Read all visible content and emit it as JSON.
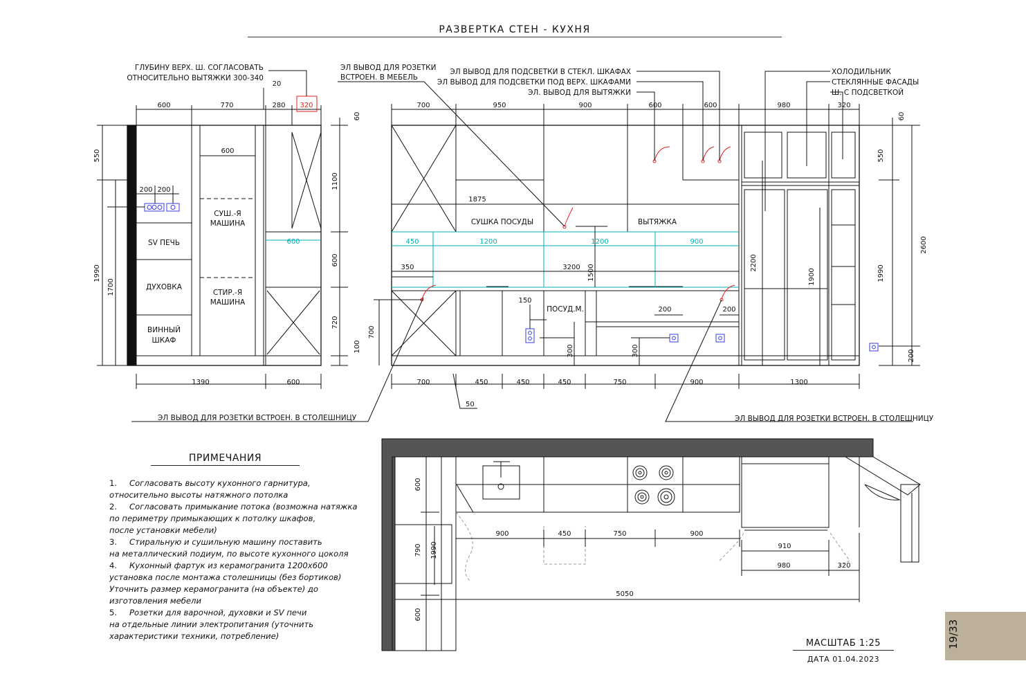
{
  "title": "РАЗВЕРТКА СТЕН - КУХНЯ",
  "scale": "МАСШТАБ 1:25",
  "date": "ДАТА 01.04.2023",
  "page_number": "19/33",
  "colors": {
    "line": "#111111",
    "cyan": "#00b0b0",
    "red": "#e02020",
    "blue": "#3a3ae0",
    "page_tab": "#bdb09b"
  },
  "notes": {
    "title": "ПРИМЕЧАНИЯ",
    "lines": [
      {
        "num": "1.",
        "text": "Согласовать высоту кухонного гарнитура,"
      },
      {
        "num": "",
        "text": "относительно высоты натяжного потолка"
      },
      {
        "num": "2.",
        "text": "Согласовать примыкание потока (возможна натяжка"
      },
      {
        "num": "",
        "text": "по периметру примыкающих к потолку шкафов,"
      },
      {
        "num": "",
        "text": "после установки мебели)"
      },
      {
        "num": "3.",
        "text": "Стиральную и сушильную машину поставить"
      },
      {
        "num": "",
        "text": "на металлический подиум, по высоте кухонного цоколя"
      },
      {
        "num": "4.",
        "text": "Кухонный фартук из керамогранита 1200х600"
      },
      {
        "num": "",
        "text": "установка после монтажа столешницы (без бортиков)"
      },
      {
        "num": "",
        "text": "Уточнить размер керамогранита (на объекте) до"
      },
      {
        "num": "",
        "text": "изготовления мебели"
      },
      {
        "num": "5.",
        "text": "Розетки для варочной, духовки и SV печи"
      },
      {
        "num": "",
        "text": "на отдельные линии электропитания (уточнить"
      },
      {
        "num": "",
        "text": "характеристики техники, потребление)"
      }
    ]
  },
  "left_elevation": {
    "annotation_top": [
      "ГЛУБИНУ ВЕРХ. Ш. СОГЛАСОВАТЬ",
      "ОТНОСИТЕЛЬНО ВЫТЯЖКИ 300-340"
    ],
    "top_dims": [
      "600",
      "770",
      "280",
      "320",
      "20"
    ],
    "inner_dims": [
      "600",
      "200",
      "200"
    ],
    "right_dims": [
      "60",
      "1100",
      "600",
      "720",
      "100"
    ],
    "left_dims": [
      "550",
      "1990",
      "1700"
    ],
    "bottom_dims": [
      "1390",
      "600"
    ],
    "cyan_dim": "600",
    "labels": {
      "sv": "SV ПЕЧЬ",
      "oven": "ДУХОВКА",
      "wine1": "ВИННЫЙ",
      "wine2": "ШКАФ",
      "dryer1": "СУШ.-Я",
      "dryer2": "МАШИНА",
      "washer1": "СТИР.-Я",
      "washer2": "МАШИНА"
    },
    "bottom_note": "ЭЛ ВЫВОД ДЛЯ РОЗЕТКИ ВСТРОЕН. В СТОЛЕШНИЦУ",
    "leader_dim": "50"
  },
  "right_elevation": {
    "annotation_left": [
      "ЭЛ ВЫВОД ДЛЯ РОЗЕТКИ",
      "ВСТРОЕН. В МЕБЕЛЬ"
    ],
    "annotation_center": [
      "ЭЛ ВЫВОД ДЛЯ ПОДСВЕТКИ В СТЕКЛ. ШКАФАХ",
      "ЭЛ ВЫВОД ДЛЯ ПОДСВЕТКИ ПОД ВЕРХ. ШКАФАМИ",
      "ЭЛ. ВЫВОД ДЛЯ ВЫТЯЖКИ"
    ],
    "annotation_right": [
      "ХОЛОДИЛЬНИК",
      "СТЕКЛЯННЫЕ ФАСАДЫ",
      "Ш. С ПОДСВЕТКОЙ"
    ],
    "top_dims": [
      "700",
      "950",
      "900",
      "600",
      "600",
      "980",
      "320"
    ],
    "cyan_dims": [
      "450",
      "1200",
      "1200",
      "900"
    ],
    "inner_dims": [
      "1875",
      "350",
      "3200",
      "1500",
      "150",
      "200",
      "200",
      "300",
      "300",
      "700",
      "2200",
      "1900"
    ],
    "right_dims": [
      "60",
      "550",
      "1990",
      "2600",
      "200"
    ],
    "bottom_dims": [
      "700",
      "450",
      "450",
      "450",
      "750",
      "900",
      "1300"
    ],
    "labels": {
      "dish_dryer": "СУШКА ПОСУДЫ",
      "hood": "ВЫТЯЖКА",
      "dishwasher": "ПОСУД.М."
    },
    "bottom_note": "ЭЛ ВЫВОД ДЛЯ РОЗЕТКИ ВСТРОЕН. В СТОЛЕШНИЦУ"
  },
  "plan": {
    "dims_h": [
      "900",
      "450",
      "750",
      "900",
      "910",
      "980",
      "320",
      "5050"
    ],
    "dims_v": [
      "600",
      "790",
      "1990",
      "600"
    ]
  }
}
